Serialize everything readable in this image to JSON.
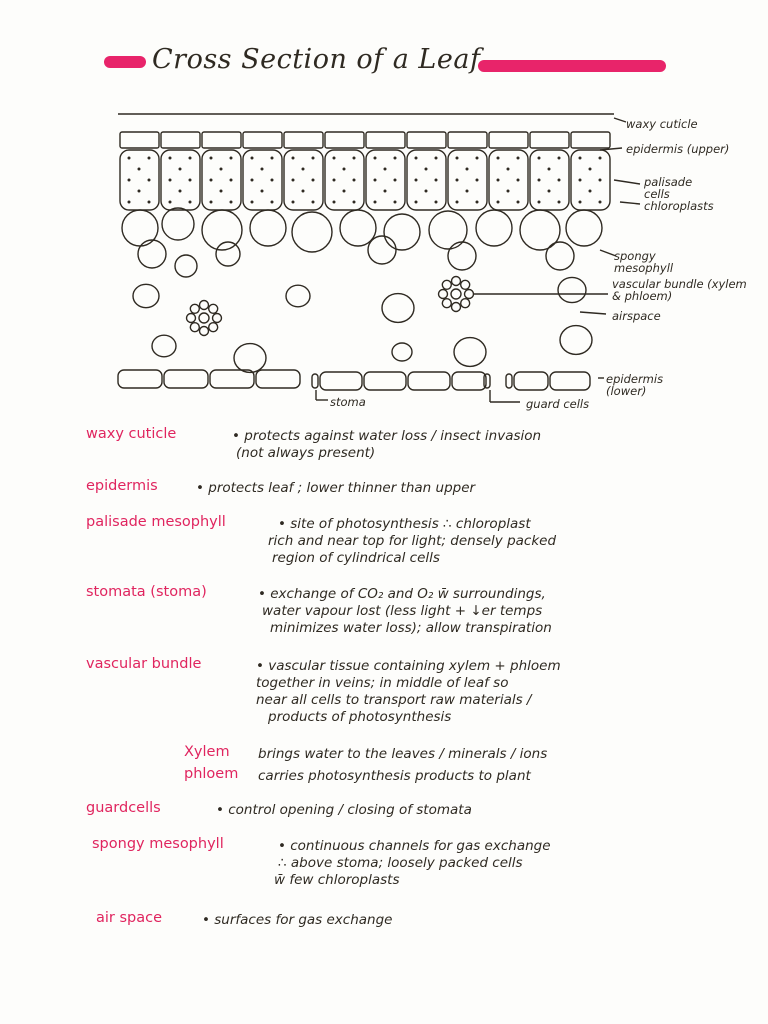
{
  "title": "Cross Section of a Leaf",
  "colors": {
    "highlight": "#e8246a",
    "ink": "#2f2a22",
    "term": "#e0255f"
  },
  "diagram_labels": {
    "waxy_cuticle": "waxy cuticle",
    "epidermis_upper": "epidermis (upper)",
    "palisade_cells": "palisade cells",
    "chloroplasts": "chloroplasts",
    "spongy_mesophyll": "spongy mesophyll",
    "vascular_bundle": "vascular bundle (xylem & phloem)",
    "airspace": "airspace",
    "epidermis_lower": "epidermis (lower)",
    "stoma": "stoma",
    "guard_cells": "guard cells"
  },
  "notes": [
    {
      "term": "waxy cuticle",
      "lines": [
        "• protects against water loss / insect invasion",
        "(not always present)"
      ]
    },
    {
      "term": "epidermis",
      "lines": [
        "• protects leaf ; lower thinner than upper"
      ]
    },
    {
      "term": "palisade mesophyll",
      "lines": [
        "• site of photosynthesis ∴ chloroplast",
        "rich and near top for light; densely packed",
        "region of cylindrical cells"
      ]
    },
    {
      "term": "stomata (stoma)",
      "lines": [
        "• exchange of CO₂ and O₂ w̄ surroundings,",
        "water vapour lost (less light + ↓er temps",
        "minimizes water loss); allow transpiration"
      ]
    },
    {
      "term": "vascular bundle",
      "lines": [
        "• vascular tissue containing xylem + phloem",
        "together in veins; in middle of leaf so",
        "near all cells to transport raw materials /",
        "products of photosynthesis"
      ]
    },
    {
      "sub": [
        {
          "term": "Xylem",
          "text": "brings water to the leaves / minerals / ions"
        },
        {
          "term": "phloem",
          "text": "carries photosynthesis products to plant"
        }
      ]
    },
    {
      "term": "guardcells",
      "lines": [
        "• control opening / closing of stomata"
      ]
    },
    {
      "term": "spongy mesophyll",
      "lines": [
        "• continuous channels for gas exchange",
        "∴ above stoma; loosely packed cells",
        "w̄ few chloroplasts"
      ]
    },
    {
      "term": "air space",
      "lines": [
        "• surfaces for gas exchange"
      ]
    }
  ]
}
